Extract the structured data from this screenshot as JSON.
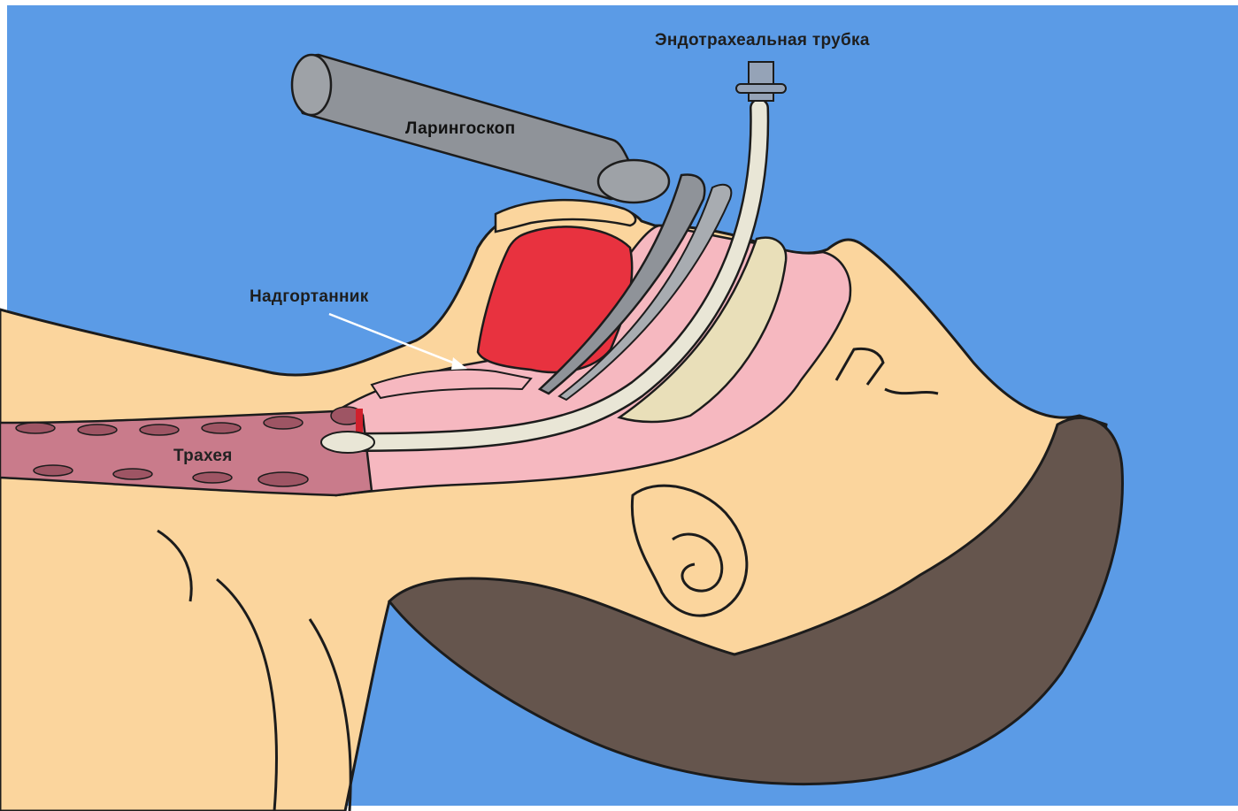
{
  "labels": {
    "endotracheal_tube": "Эндотрахеальная трубка",
    "laryngoscope": "Ларингоскоп",
    "epiglottis": "Надгортанник",
    "trachea": "Трахея"
  },
  "colors": {
    "background": "#5b9be6",
    "skin": "#fbd59d",
    "hair": "#65554d",
    "airway_mucosa": "#f6b8c0",
    "trachea": "#c97b8b",
    "tongue": "#e8323f",
    "laryngoscope": "#8f9399",
    "tube": "#e9e6d6",
    "outline": "#1c1c1c"
  }
}
